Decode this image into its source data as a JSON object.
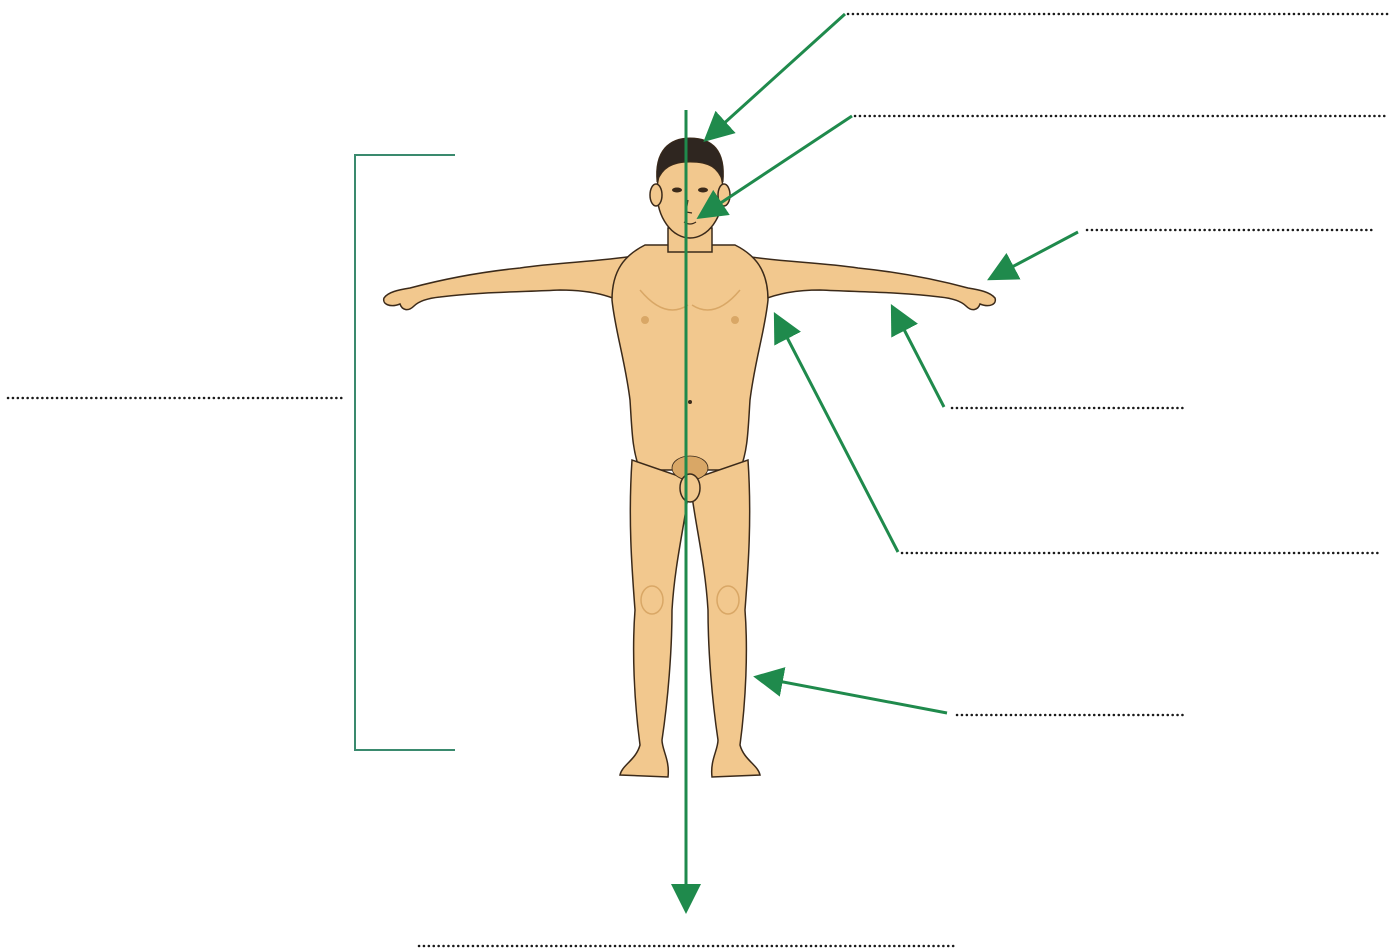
{
  "colors": {
    "arrow": "#1f8a4c",
    "bracket": "#3a8a6e",
    "skin": "#f2c88e",
    "skin_shadow": "#d9a766",
    "outline": "#3b2a1a",
    "hair": "#2f2620",
    "dots": "#1a1a1a"
  },
  "labels": [
    {
      "id": "label-line-top",
      "text": ""
    },
    {
      "id": "label-line-face",
      "text": ""
    },
    {
      "id": "label-line-hand",
      "text": ""
    },
    {
      "id": "label-line-forearm",
      "text": ""
    },
    {
      "id": "label-line-armpit",
      "text": ""
    },
    {
      "id": "label-line-lower-leg",
      "text": ""
    },
    {
      "id": "label-line-body",
      "text": ""
    },
    {
      "id": "label-line-bottom",
      "text": ""
    }
  ],
  "icons": {
    "figure": "human-body-figure",
    "arrowhead": "arrowhead-icon"
  }
}
